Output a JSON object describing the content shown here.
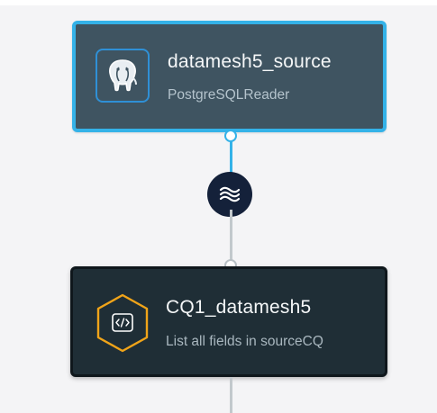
{
  "flow": {
    "source_node": {
      "name": "datamesh5_source",
      "type": "PostgreSQLReader",
      "icon": "postgresql-elephant-icon"
    },
    "stream_icon": "stream-waves-icon",
    "cq_node": {
      "name": "CQ1_datamesh5",
      "description": "List all fields in sourceCQ",
      "icon": "code-brackets-hexagon-icon"
    }
  },
  "colors": {
    "canvas_bg": "#f4f4f6",
    "source_bg": "#3f5461",
    "selected_border": "#34b2e8",
    "cq_bg": "#1f2e36",
    "hex_accent": "#f0a419",
    "stream_bg": "#14213a"
  }
}
